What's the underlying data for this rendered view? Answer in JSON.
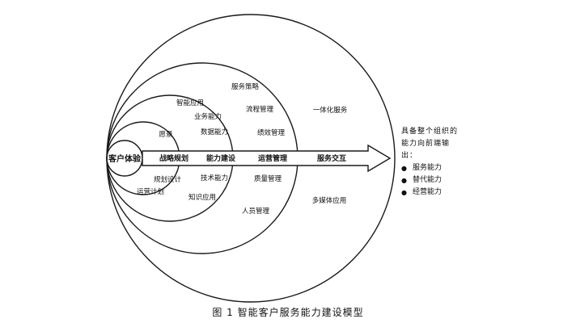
{
  "diagram": {
    "core": "客户体验",
    "axis_labels": [
      "战略规划",
      "能力建设",
      "运营管理",
      "服务交互"
    ],
    "ring1": {
      "upper": [
        "愿景"
      ],
      "lower": [
        "规划设计",
        "运营计划"
      ]
    },
    "ring2": {
      "upper": [
        "智能应用",
        "业务能力",
        "数据能力"
      ],
      "lower": [
        "技术能力",
        "知识应用"
      ]
    },
    "ring3": {
      "upper": [
        "服务策略",
        "流程管理",
        "绩效管理"
      ],
      "lower": [
        "质量管理",
        "人员管理"
      ]
    },
    "ring4": {
      "upper": [
        "一体化服务"
      ],
      "lower": [
        "多媒体应用"
      ]
    }
  },
  "side_note": {
    "heading": "具备整个组织的能力向前端输出：",
    "items": [
      "服务能力",
      "替代能力",
      "经营能力"
    ]
  },
  "caption": "图 1   智能客户服务能力建设模型"
}
